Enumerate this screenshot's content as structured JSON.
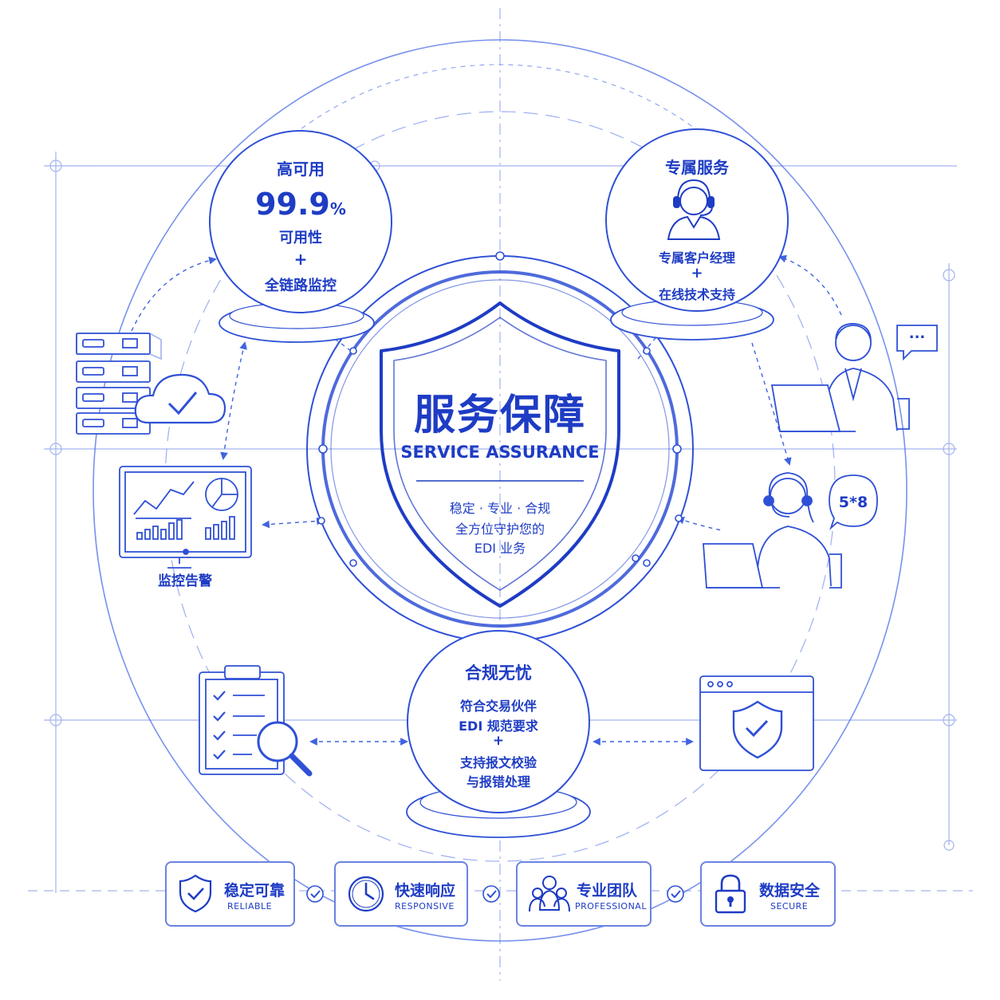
{
  "center": {
    "title": "服务保障",
    "subtitle": "SERVICE ASSURANCE",
    "tagline_1": "稳定 · 专业 · 合规",
    "tagline_2": "全方位守护您的",
    "tagline_3": "EDI 业务"
  },
  "high_availability": {
    "title": "高可用",
    "value": "99.9",
    "unit": "%",
    "label": "可用性",
    "plus": "+",
    "monitor": "全链路监控"
  },
  "dedicated": {
    "title": "专属服务",
    "manager": "专属客户经理",
    "plus": "+",
    "support": "在线技术支持"
  },
  "compliance": {
    "title": "合规无忧",
    "line_1": "符合交易伙伴",
    "line_2": "EDI 规范要求",
    "plus": "+",
    "line_3": "支持报文校验",
    "line_4": "与报错处理"
  },
  "monitoring_label": "监控告警",
  "chat_bubble": "...",
  "support_hours": "5*8",
  "features": [
    {
      "title": "稳定可靠",
      "subtitle": "RELIABLE",
      "icon": "shield-check-icon"
    },
    {
      "title": "快速响应",
      "subtitle": "RESPONSIVE",
      "icon": "clock-icon"
    },
    {
      "title": "专业团队",
      "subtitle": "PROFESSIONAL",
      "icon": "team-icon"
    },
    {
      "title": "数据安全",
      "subtitle": "SECURE",
      "icon": "padlock-icon"
    }
  ],
  "colors": {
    "primary": "#1e3cc4",
    "line": "#3f63e0",
    "light": "#a9b9f0"
  }
}
